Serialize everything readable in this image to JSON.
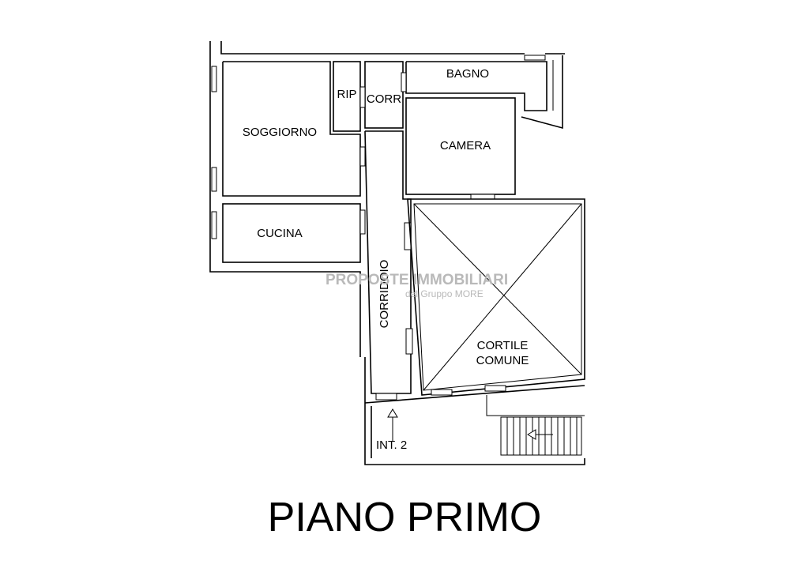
{
  "rooms": {
    "soggiorno": "SOGGIORNO",
    "rip": "RIP",
    "corr": "CORR",
    "bagno": "BAGNO",
    "camera": "CAMERA",
    "cucina": "CUCINA",
    "corridoio": "CORRIDOIO",
    "cortile_line1": "CORTILE",
    "cortile_line2": "COMUNE",
    "entrance": "INT. 2"
  },
  "watermark": {
    "line1": "PROPOSTE IMMOBILIARI",
    "line2": "del Gruppo MORE"
  },
  "title": "PIANO PRIMO",
  "colors": {
    "lines": "#000000",
    "watermark": "#b9b9b9",
    "background": "#ffffff"
  }
}
